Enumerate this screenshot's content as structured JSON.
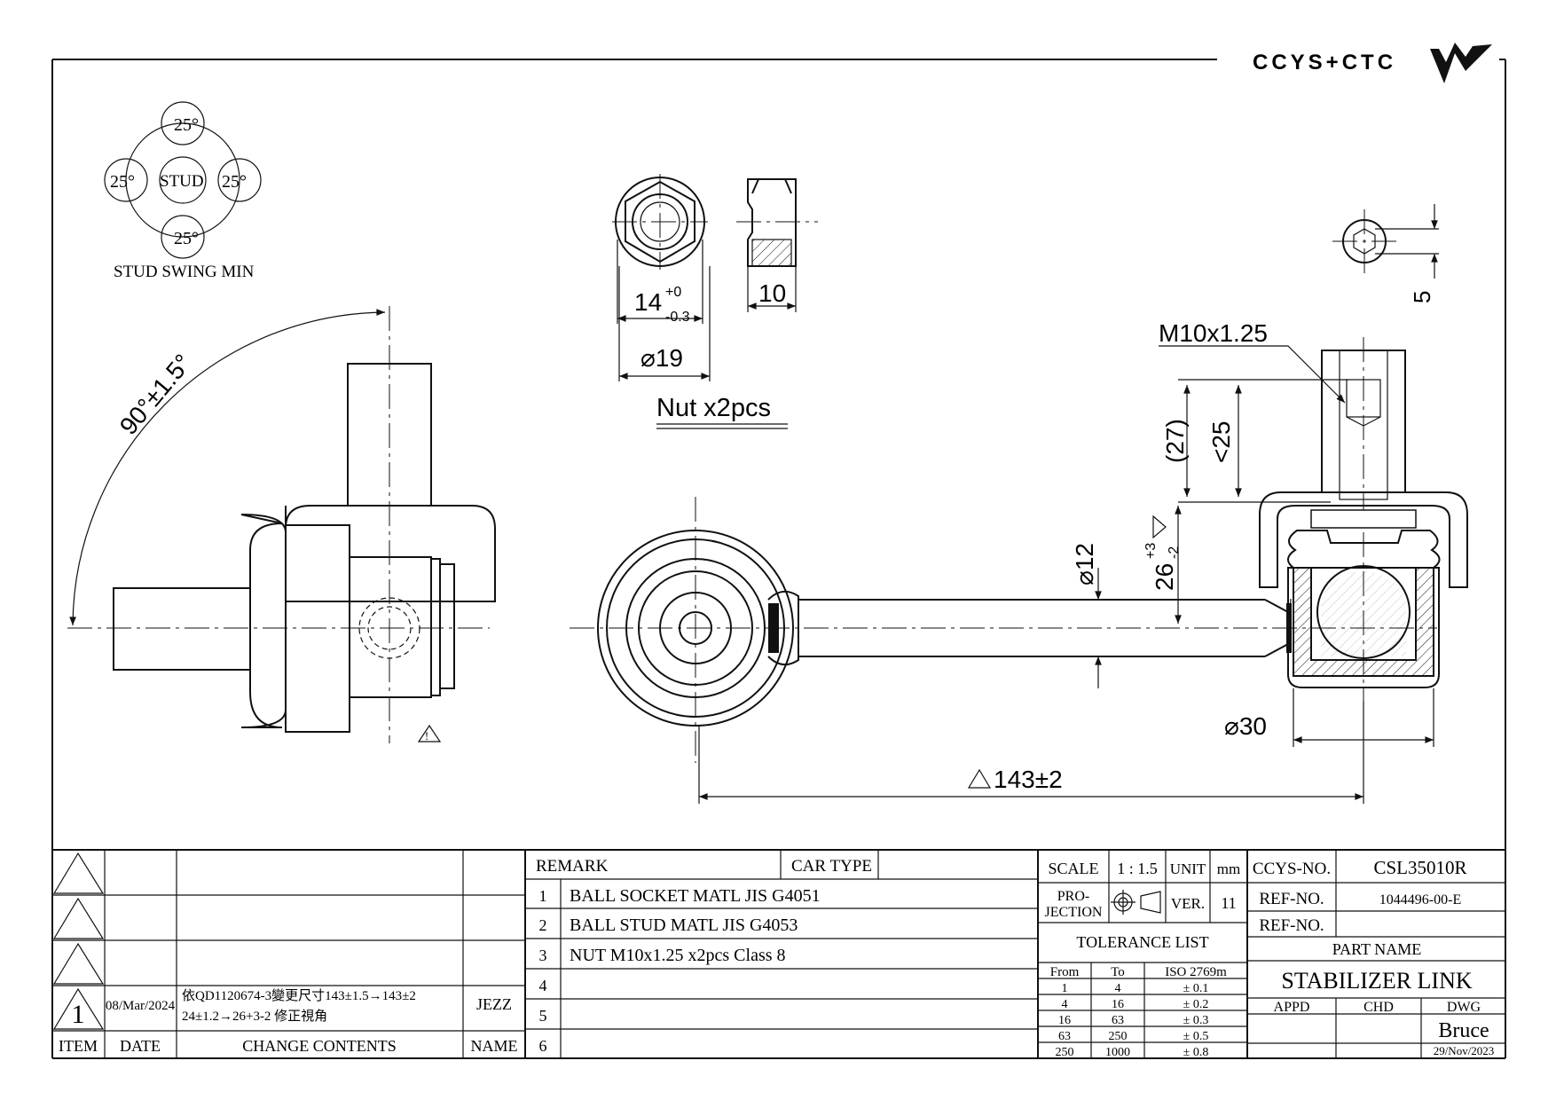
{
  "brand": "CCYS+CTC",
  "swing": {
    "angles": [
      "25°",
      "25°",
      "25°",
      "25°"
    ],
    "center_label": "STUD",
    "caption": "STUD SWING MIN"
  },
  "dimensions": {
    "swing_angle": "90°±1.5°",
    "nut_width": "14",
    "nut_width_tol_upper": "+0",
    "nut_width_tol_lower": "-0.3",
    "nut_height": "10",
    "nut_diameter": "⌀19",
    "nut_caption": "Nut x2pcs",
    "hex_key": "5",
    "thread": "M10x1.25",
    "stud_length_ref": "(27)",
    "stud_length_max": "<25",
    "height": "26",
    "height_tol_upper": "+3",
    "height_tol_lower": "-2",
    "rod_diameter": "⌀12",
    "socket_diameter": "⌀30",
    "overall_length": "143±2"
  },
  "revision": {
    "rows": [
      {
        "item": "",
        "date": "",
        "content": "",
        "name": ""
      },
      {
        "item": "",
        "date": "",
        "content": "",
        "name": ""
      },
      {
        "item": "",
        "date": "",
        "content": "",
        "name": ""
      },
      {
        "item": "1",
        "date": "08/Mar/2024",
        "content_line1": "依QD1120674-3變更尺寸143±1.5→143±2",
        "content_line2": "24±1.2→26+3-2 修正視角",
        "name": "JEZZ"
      }
    ],
    "headers": {
      "item": "ITEM",
      "date": "DATE",
      "content": "CHANGE CONTENTS",
      "name": "NAME"
    }
  },
  "remarks": {
    "remark_label": "REMARK",
    "car_type_label": "CAR TYPE",
    "car_type": "",
    "rows": [
      {
        "no": "1",
        "text": "BALL SOCKET MATL JIS G4051"
      },
      {
        "no": "2",
        "text": "BALL STUD MATL JIS G4053"
      },
      {
        "no": "3",
        "text": "NUT M10x1.25 x2pcs Class 8"
      },
      {
        "no": "4",
        "text": ""
      },
      {
        "no": "5",
        "text": ""
      },
      {
        "no": "6",
        "text": ""
      }
    ]
  },
  "scale": {
    "label": "SCALE",
    "value": "1 : 1.5",
    "unit_label": "UNIT",
    "unit": "mm"
  },
  "projection": {
    "label_line1": "PRO-",
    "label_line2": "JECTION",
    "ver_label": "VER.",
    "ver": "11"
  },
  "tolerance": {
    "title": "TOLERANCE LIST",
    "headers": [
      "From",
      "To",
      "ISO 2769m"
    ],
    "rows": [
      [
        "1",
        "4",
        "± 0.1"
      ],
      [
        "4",
        "16",
        "± 0.2"
      ],
      [
        "16",
        "63",
        "± 0.3"
      ],
      [
        "63",
        "250",
        "± 0.5"
      ],
      [
        "250",
        "1000",
        "± 0.8"
      ]
    ]
  },
  "title_block": {
    "ccys_no_label": "CCYS-NO.",
    "ccys_no": "CSL35010R",
    "ref_no_label": "REF-NO.",
    "ref_no": "1044496-00-E",
    "ref_no2_label": "REF-NO.",
    "ref_no2": "",
    "part_name_label": "PART NAME",
    "part_name": "STABILIZER LINK",
    "appd_label": "APPD",
    "chd_label": "CHD",
    "dwg_label": "DWG",
    "drawn_by": "Bruce",
    "drawn_date": "29/Nov/2023"
  }
}
